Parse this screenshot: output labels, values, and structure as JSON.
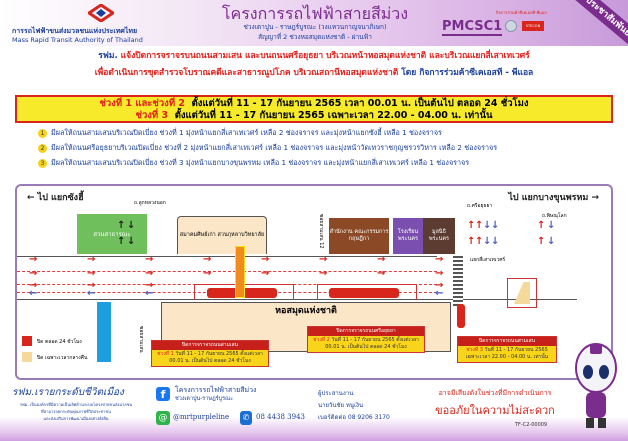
{
  "header": {
    "agency_th": "การรถไฟฟ้าขนส่งมวลชนแห่งประเทศไทย",
    "agency_en": "Mass Rapid Transit Authority of Thailand",
    "title": "โครงการรถไฟฟ้าสายสีม่วง",
    "subtitle1": "ช่วงเตาปูน - ราษฎร์บูรณะ (วงแหวนกาญจนาภิเษก)",
    "subtitle2": "สัญญาที่ 2 ช่วงหอสมุดแห่งชาติ - ผ่านฟ้า",
    "contractor_logo": "PMCSC1",
    "jv_label": "กิจการร่วมค้าซีเคเอสที-พีแอล",
    "stecon": "STECON",
    "ribbon": "ประชาสัมพันธ์"
  },
  "headline": {
    "prefix": "รฟม.",
    "line1": "แจ้งปิดการจราจรบนถนนสามเสน และบนถนนศรีอยุธยา บริเวณหน้าหอสมุดแห่งชาติ และบริเวณแยกสี่เสาเทเวศร์",
    "line2": "เพื่อดำเนินการขุดสำรวจโบราณคดีและสาธารณูปโภค บริเวณสถานีหอสมุดแห่งชาติ",
    "line2_suffix": "โดย กิจการร่วมค้าซีเคเอสที - พีแอล"
  },
  "schedule": [
    {
      "label": "ช่วงที่ 1 และช่วงที่ 2",
      "text": "ตั้งแต่วันที่ 11 - 17 กันยายน 2565 เวลา 00.01 น. เป็นต้นไป ตลอด 24 ชั่วโมง"
    },
    {
      "label": "ช่วงที่ 3",
      "text": "ตั้งแต่วันที่ 11 - 17 กันยายน 2565 เฉพาะเวลา 22.00 - 04.00 น. เท่านั้น"
    }
  ],
  "notes": [
    {
      "num": "1",
      "text": "มีผลให้ถนนสามเสนบริเวณปิดเบี่ยง ช่วงที่ 1 มุ่งหน้าแยกสี่เสาเทเวศร์ เหลือ 2 ช่องจราจร และมุ่งหน้าแยกซังฮี้ เหลือ 1 ช่องจราจร"
    },
    {
      "num": "2",
      "text": "มีผลให้ถนนศรีอยุธยาบริเวณปิดเบี่ยง ช่วงที่ 2 มุ่งหน้าแยกสี่เสาเทเวศร์ เหลือ 1 ช่องจราจร และมุ่งหน้าวัดเทวราชกุญชรวรวิหาร เหลือ 2 ช่องจราจร"
    },
    {
      "num": "3",
      "text": "มีผลให้ถนนสามเสนบริเวณปิดเบี่ยง ช่วงที่ 3 มุ่งหน้าแยกบางขุนพรหม เหลือ 1 ช่องจราจร และมุ่งหน้าแยกสี่เสาเทเวศร์ เหลือ 1 ช่องจราจร"
    }
  ],
  "map": {
    "to_left": "← ไป แยกซังฮี้",
    "to_right": "ไป แยกบางขุนพรหม →",
    "road_luk": "ถ.ลูกหลวงนอก",
    "park": "สวนสาธารณะ",
    "alumni": "สมาคมศิษย์เก่า สวนกุหลาบวิทยาลัย",
    "soi12": "ซอยสามเสน 12",
    "office": "สำนักงาน คณะกรรมการ กฤษฎีกา",
    "school": "โรงเรียน พระนคร",
    "foundation": "มูลนิธิ พระนคร",
    "road_sri": "ถ.ศรีอยุธยา",
    "road_phit": "ถ.พิษณุโลก",
    "junction": "แยกสี่เสาเทเวศร์",
    "library": "หอสมุดแห่งชาติ",
    "soi_left": "ซอยสามเสน",
    "legend": [
      {
        "label": "ปิด ตลอด 24 ชั่วโมง",
        "color": "#d8261c"
      },
      {
        "label": "ปิด เฉพาะเวลากลางคืน",
        "color": "#f5d99a"
      }
    ],
    "callouts": [
      {
        "title": "ปิดการจราจรถนนสามเสน",
        "seg": "ช่วงที่ 1",
        "text": "วันที่ 11 - 17 กันยายน 2565 ตั้งแต่เวลา 00.01 น. เป็นต้นไป ตลอด 24 ชั่วโมง"
      },
      {
        "title": "ปิดการจราจรถนนศรีอยุธยา",
        "seg": "ช่วงที่ 2",
        "text": "วันที่ 11 - 17 กันยายน 2565 ตั้งแต่เวลา 00.01 น. เป็นต้นไป ตลอด 24 ชั่วโมง"
      },
      {
        "title": "ปิดการจราจรถนนสามเสน",
        "seg": "ช่วงที่ 3",
        "text": "วันที่ 11 - 17 กันยายน 2565 เฉพาะเวลา 22.00 - 04.00 น. เท่านั้น"
      }
    ]
  },
  "footer": {
    "slogan": "รฟม.เรายกระดับชีวิตเมือง",
    "vision1": "รฟม. เป็นองค์กรที่มีความเป็นเลิศด้านระบบโครงข่ายขนส่งมวลชน",
    "vision2": "ที่สามารถยกระดับคุณภาพชีวิตประชาชน",
    "vision3": "และส่งเสริมการพัฒนาเมืองอย่างยั่งยืน",
    "fb1": "โครงการรถไฟฟ้าสายสีม่วง",
    "fb2": "ช่วงเตาปูน-ราษฎร์บูรณะ",
    "line_id": "@mrtpurpleline",
    "phone": "08 4438 3943",
    "coord_label": "ผู้ประสานงาน",
    "coord_name": "นายวันชัย  หนูเงิน",
    "coord_phone": "เบอร์ติดต่อ 08 9206 3170",
    "warn1": "อาจมีเสียงดังในช่วงที่มีการดำเนินการ",
    "warn2": "ขออภัยในความไม่สะดวก",
    "code": "TF-C2-00009"
  }
}
